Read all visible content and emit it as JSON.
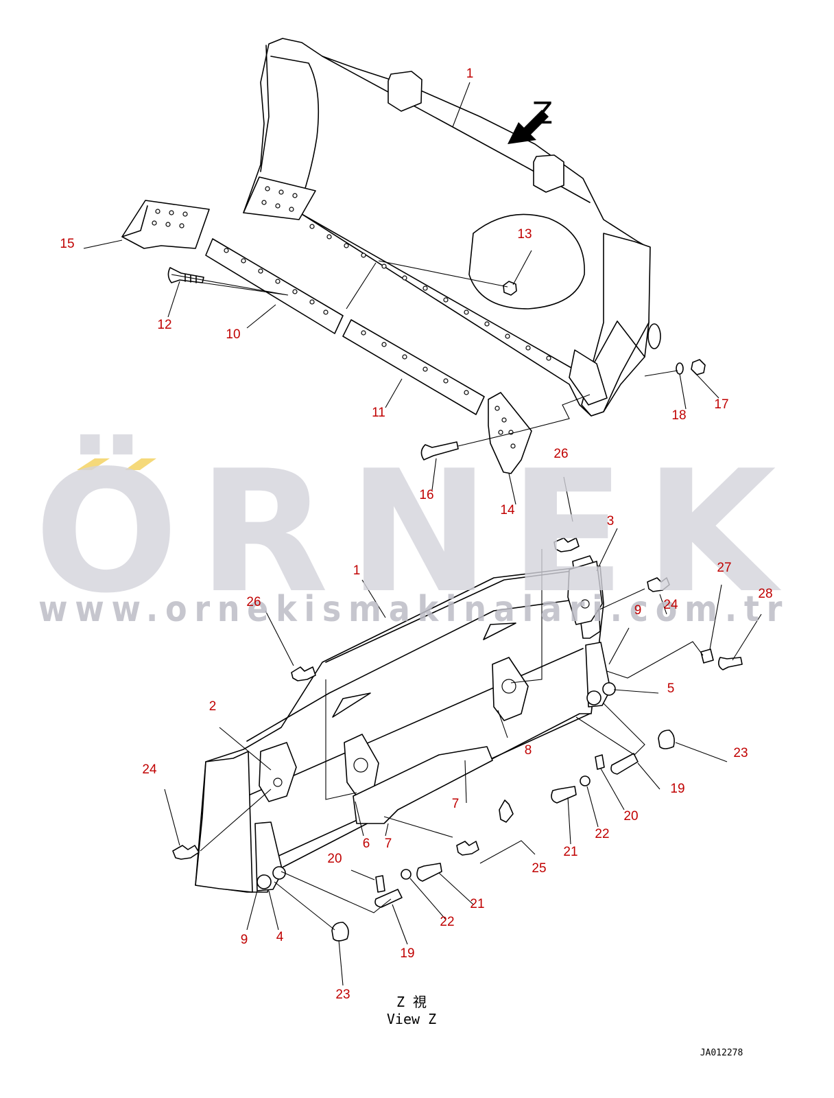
{
  "colors": {
    "callout_color": "#c00000",
    "watermark_main": "#d4d4dc",
    "watermark_accent": "#f5d97a",
    "line_color": "#000000"
  },
  "view_arrow": {
    "label": "Z"
  },
  "callouts": [
    {
      "id": "c1-top",
      "label": "1"
    },
    {
      "id": "c10",
      "label": "10"
    },
    {
      "id": "c11",
      "label": "11"
    },
    {
      "id": "c12",
      "label": "12"
    },
    {
      "id": "c13",
      "label": "13"
    },
    {
      "id": "c14",
      "label": "14"
    },
    {
      "id": "c15",
      "label": "15"
    },
    {
      "id": "c16",
      "label": "16"
    },
    {
      "id": "c17",
      "label": "17"
    },
    {
      "id": "c18",
      "label": "18"
    },
    {
      "id": "c26-a",
      "label": "26"
    },
    {
      "id": "c3",
      "label": "3"
    },
    {
      "id": "c27",
      "label": "27"
    },
    {
      "id": "c28",
      "label": "28"
    },
    {
      "id": "c1-bottom",
      "label": "1"
    },
    {
      "id": "c24-a",
      "label": "24"
    },
    {
      "id": "c26-b",
      "label": "26"
    },
    {
      "id": "c9-a",
      "label": "9"
    },
    {
      "id": "c5",
      "label": "5"
    },
    {
      "id": "c2",
      "label": "2"
    },
    {
      "id": "c8",
      "label": "8"
    },
    {
      "id": "c23-a",
      "label": "23"
    },
    {
      "id": "c24-b",
      "label": "24"
    },
    {
      "id": "c7-a",
      "label": "7"
    },
    {
      "id": "c19-a",
      "label": "19"
    },
    {
      "id": "c21-a",
      "label": "21"
    },
    {
      "id": "c22-a",
      "label": "22"
    },
    {
      "id": "c20-a",
      "label": "20"
    },
    {
      "id": "c6",
      "label": "6"
    },
    {
      "id": "c7-b",
      "label": "7"
    },
    {
      "id": "c25",
      "label": "25"
    },
    {
      "id": "c20-b",
      "label": "20"
    },
    {
      "id": "c21-b",
      "label": "21"
    },
    {
      "id": "c22-b",
      "label": "22"
    },
    {
      "id": "c9-b",
      "label": "9"
    },
    {
      "id": "c4",
      "label": "4"
    },
    {
      "id": "c19-b",
      "label": "19"
    },
    {
      "id": "c23-b",
      "label": "23"
    }
  ],
  "watermark": {
    "brand": "ÖRNEK",
    "url": "www.ornekismakinalari.com.tr"
  },
  "caption": {
    "view_jp": "Z 視",
    "view_en": "View Z"
  },
  "drawing_code": "JA012278"
}
